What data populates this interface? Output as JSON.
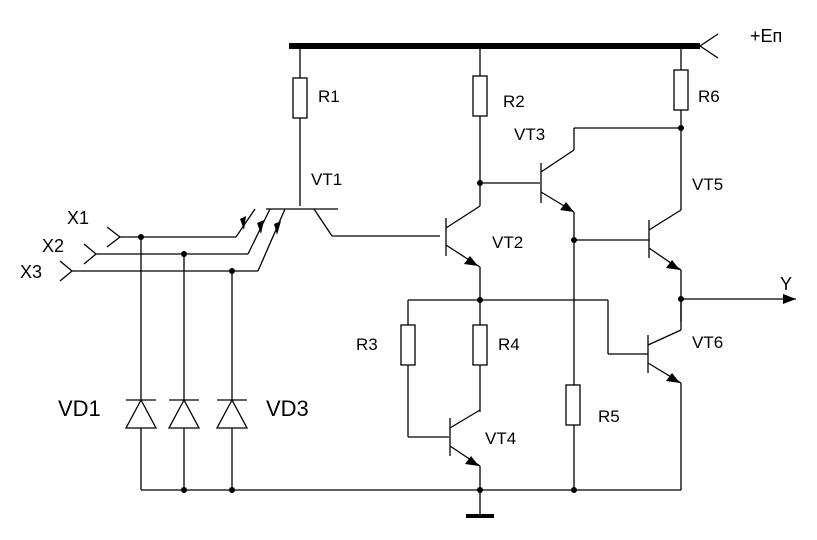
{
  "labels": {
    "power": "+Еп",
    "output": "Y",
    "inputs": {
      "x1": "X1",
      "x2": "X2",
      "x3": "X3"
    },
    "resistors": {
      "r1": "R1",
      "r2": "R2",
      "r3": "R3",
      "r4": "R4",
      "r5": "R5",
      "r6": "R6"
    },
    "transistors": {
      "vt1": "VT1",
      "vt2": "VT2",
      "vt3": "VT3",
      "vt4": "VT4",
      "vt5": "VT5",
      "vt6": "VT6"
    },
    "diodes": {
      "vd1": "VD1",
      "vd3": "VD3"
    }
  },
  "colors": {
    "ink": "#000000",
    "background": "#ffffff"
  }
}
